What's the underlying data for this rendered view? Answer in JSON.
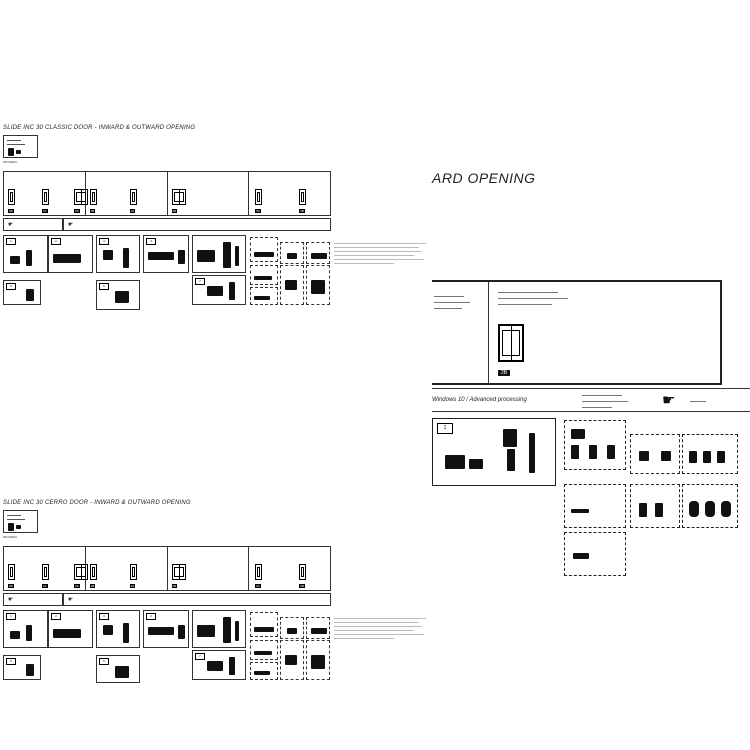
{
  "sheets": [
    {
      "title": "SLIDE INC 30 CLASSIC DOOR - INWARD & OUTWARD OPENING",
      "legend_code": "0B FIRE/C",
      "door_codes": [
        "0B",
        "1F",
        "1B",
        "2B",
        "3A",
        "4B",
        "5A",
        "6B"
      ]
    },
    {
      "title": "SLIDE INC 30 CERRO DOOR - INWARD & OUTWARD OPENING",
      "legend_code": "0B FIRE/C",
      "door_codes": [
        "0B",
        "1F",
        "1B",
        "2B",
        "3A",
        "4B",
        "5A",
        "6B"
      ]
    }
  ],
  "parts_numbers": [
    "1",
    "2",
    "3",
    "4",
    "5",
    "6",
    "7"
  ],
  "zoom": {
    "title": "ARD OPENING",
    "door_code": "2B",
    "strip_text": "Windows 10 / Advanced processing",
    "icons": [
      "pointing-hand-icon",
      "door-icon"
    ]
  }
}
